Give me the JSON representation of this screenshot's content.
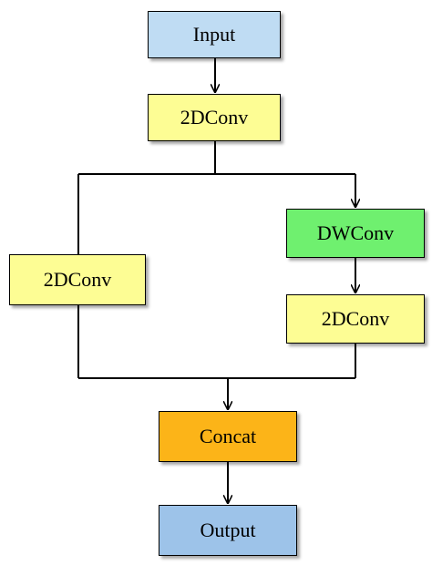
{
  "colors": {
    "input": "#bfdcf3",
    "conv": "#fdfd94",
    "dwconv": "#6ff06f",
    "concat": "#fcb418",
    "output": "#9dc3e9",
    "line": "#000000"
  },
  "nodes": {
    "input": {
      "label": "Input",
      "color_key": "input"
    },
    "conv_top": {
      "label": "2DConv",
      "color_key": "conv"
    },
    "conv_left": {
      "label": "2DConv",
      "color_key": "conv"
    },
    "dwconv": {
      "label": "DWConv",
      "color_key": "dwconv"
    },
    "conv_right": {
      "label": "2DConv",
      "color_key": "conv"
    },
    "concat": {
      "label": "Concat",
      "color_key": "concat"
    },
    "output": {
      "label": "Output",
      "color_key": "output"
    }
  },
  "edges": [
    {
      "from": "input",
      "to": "conv_top"
    },
    {
      "from": "conv_top",
      "to": "conv_left"
    },
    {
      "from": "conv_top",
      "to": "dwconv"
    },
    {
      "from": "dwconv",
      "to": "conv_right"
    },
    {
      "from": "conv_left",
      "to": "concat"
    },
    {
      "from": "conv_right",
      "to": "concat"
    },
    {
      "from": "concat",
      "to": "output"
    }
  ]
}
